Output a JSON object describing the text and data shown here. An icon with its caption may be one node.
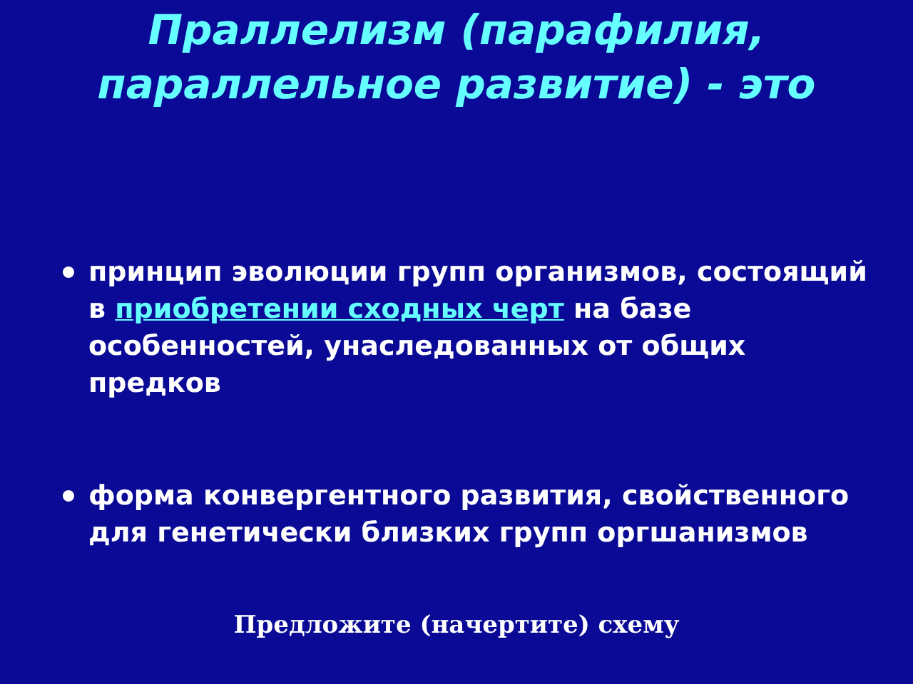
{
  "diagram": {
    "title": "Праллелизм (парафилия, параллельное развитие) - это",
    "labels": [
      "принцип эволюции групп организмов, состоящий в",
      "приобретении сходных черт",
      "на базе особенностей, унаследованных от общих предков",
      "форма конвергентного развития, свойственного для генетически близких групп оргшанизмов"
    ],
    "caption": "Предложите (начертите) схему"
  }
}
